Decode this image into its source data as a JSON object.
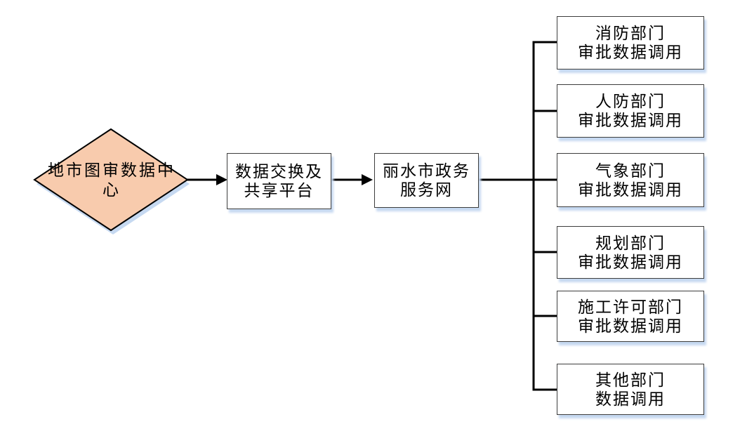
{
  "diagram": {
    "source_node": {
      "label": "地市图审数据中心"
    },
    "flow_nodes": [
      {
        "line1": "数据交换及",
        "line2": "共享平台"
      },
      {
        "line1": "丽水市政务",
        "line2": "服务网"
      }
    ],
    "department_nodes": [
      {
        "line1": "消防部门",
        "line2": "审批数据调用"
      },
      {
        "line1": "人防部门",
        "line2": "审批数据调用"
      },
      {
        "line1": "气象部门",
        "line2": "审批数据调用"
      },
      {
        "line1": "规划部门",
        "line2": "审批数据调用"
      },
      {
        "line1": "施工许可部门",
        "line2": "审批数据调用"
      },
      {
        "line1": "其他部门",
        "line2": "数据调用"
      }
    ],
    "colors": {
      "diamond_fill": "#F8CBAD",
      "diamond_border": "#000000",
      "box_border": "#3D3D3D",
      "shadow": "#C6D9F1",
      "connector": "#000000"
    }
  }
}
